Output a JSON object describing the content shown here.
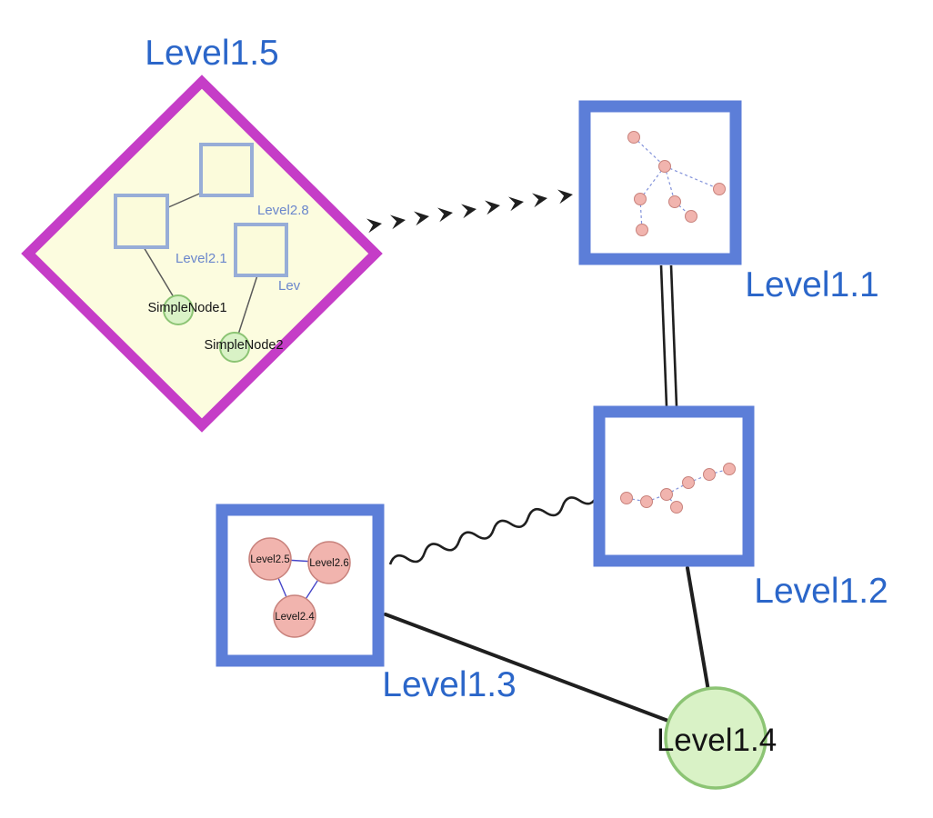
{
  "diagram": {
    "nodes": {
      "level1_5": {
        "label": "Level1.5",
        "type": "group-diamond",
        "children": {
          "level2_8": {
            "label": "Level2.8"
          },
          "level2_1": {
            "label": "Level2.1"
          },
          "level2_x": {
            "label": "Lev"
          },
          "simplenode1": {
            "label": "SimpleNode1"
          },
          "simplenode2": {
            "label": "SimpleNode2"
          }
        }
      },
      "level1_1": {
        "label": "Level1.1",
        "type": "group-box"
      },
      "level1_2": {
        "label": "Level1.2",
        "type": "group-box"
      },
      "level1_3": {
        "label": "Level1.3",
        "type": "group-box",
        "children": {
          "level2_5": {
            "label": "Level2.5"
          },
          "level2_6": {
            "label": "Level2.6"
          },
          "level2_4": {
            "label": "Level2.4"
          }
        }
      },
      "level1_4": {
        "label": "Level1.4",
        "type": "circle-node"
      }
    },
    "edges": [
      {
        "from": "Level1.5",
        "to": "Level1.1",
        "style": "thick-dashed-arrow"
      },
      {
        "from": "Level1.1",
        "to": "Level1.2",
        "style": "double-line"
      },
      {
        "from": "Level1.3",
        "to": "Level1.2",
        "style": "wavy-line"
      },
      {
        "from": "Level1.3",
        "to": "Level1.4",
        "style": "straight-line"
      },
      {
        "from": "Level1.2",
        "to": "Level1.4",
        "style": "straight-line"
      }
    ],
    "colors": {
      "label_blue": "#2b66c9",
      "label_black": "#141414",
      "child_label_blue": "#6b87cc",
      "group_border_magenta": "#c53dc7",
      "group_fill_yellow": "#fcfcdf",
      "box_border_blue": "#5c7ed8",
      "box_fill": "#ffffff",
      "inner_square_border": "#97add7",
      "inner_square_fill": "#fbfbdb",
      "green_fill": "#d9f2c6",
      "green_border": "#8cc474",
      "pink_fill": "#f1b4ae",
      "pink_border": "#c8827c",
      "mini_edge_blue": "#8292da",
      "triangle_edge_blue": "#4646c8",
      "edge_black": "#1f1f1f",
      "inner_edge_gray": "#5a5a5a"
    }
  }
}
